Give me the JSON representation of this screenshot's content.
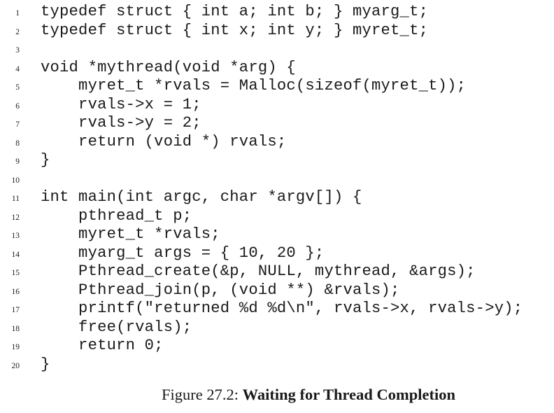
{
  "code": [
    {
      "n": "1",
      "text": "typedef struct { int a; int b; } myarg_t;"
    },
    {
      "n": "2",
      "text": "typedef struct { int x; int y; } myret_t;"
    },
    {
      "n": "3",
      "text": ""
    },
    {
      "n": "4",
      "text": "void *mythread(void *arg) {"
    },
    {
      "n": "5",
      "text": "    myret_t *rvals = Malloc(sizeof(myret_t));"
    },
    {
      "n": "6",
      "text": "    rvals->x = 1;"
    },
    {
      "n": "7",
      "text": "    rvals->y = 2;"
    },
    {
      "n": "8",
      "text": "    return (void *) rvals;"
    },
    {
      "n": "9",
      "text": "}"
    },
    {
      "n": "10",
      "text": ""
    },
    {
      "n": "11",
      "text": "int main(int argc, char *argv[]) {"
    },
    {
      "n": "12",
      "text": "    pthread_t p;"
    },
    {
      "n": "13",
      "text": "    myret_t *rvals;"
    },
    {
      "n": "14",
      "text": "    myarg_t args = { 10, 20 };"
    },
    {
      "n": "15",
      "text": "    Pthread_create(&p, NULL, mythread, &args);"
    },
    {
      "n": "16",
      "text": "    Pthread_join(p, (void **) &rvals);"
    },
    {
      "n": "17",
      "text": "    printf(\"returned %d %d\\n\", rvals->x, rvals->y);"
    },
    {
      "n": "18",
      "text": "    free(rvals);"
    },
    {
      "n": "19",
      "text": "    return 0;"
    },
    {
      "n": "20",
      "text": "}"
    }
  ],
  "caption": {
    "label": "Figure 27.2:",
    "title": "Waiting for Thread Completion"
  }
}
